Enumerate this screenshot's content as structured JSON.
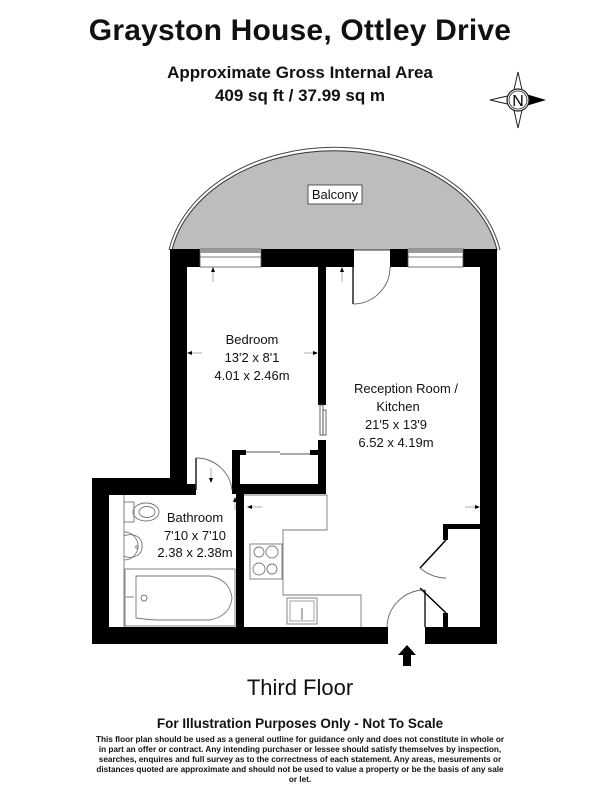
{
  "header": {
    "title": "Grayston House, Ottley Drive",
    "area_label": "Approximate Gross Internal Area",
    "area_value": "409 sq ft / 37.99 sq m"
  },
  "compass": {
    "letter": "N",
    "icon": "compass-north-icon"
  },
  "rooms": {
    "balcony": {
      "name": "Balcony"
    },
    "bedroom": {
      "name": "Bedroom",
      "imperial": "13'2 x 8'1",
      "metric": "4.01 x 2.46m"
    },
    "reception": {
      "name_line1": "Reception Room  /",
      "name_line2": "Kitchen",
      "imperial": "21'5 x 13'9",
      "metric": "6.52 x 4.19m"
    },
    "bathroom": {
      "name": "Bathroom",
      "imperial": "7'10 x 7'10",
      "metric": "2.38 x 2.38m"
    }
  },
  "floor_label": "Third Floor",
  "disclaimer": {
    "title": "For Illustration Purposes Only - Not To Scale",
    "body": "This floor plan should be used as a general outline for guidance only and does not constitute in whole or in part an offer or contract. Any intending purchaser or lessee should satisfy themselves by inspection, searches, enquires and full survey as to the correctness of each statement. Any areas, mesurements or distances quoted are approximate and should not be used to value a property or be the basis of any sale or let."
  },
  "colors": {
    "wall": "#000000",
    "balcony_fill": "#bdbdbd",
    "background": "#ffffff"
  }
}
